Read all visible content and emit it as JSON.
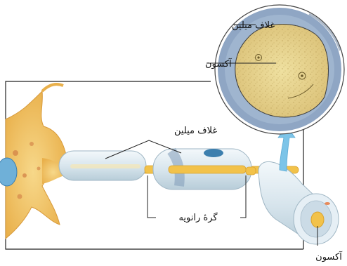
{
  "labels": {
    "myelin_sheath_top": "غلاف میلین",
    "axon_top": "آکسون",
    "myelin_sheath_middle": "غلاف میلین",
    "nodes_of_ranvier": "گرهٔ رانویه",
    "axon_bottom": "آکسون"
  },
  "colors": {
    "myelin": "#d8e6ee",
    "axon": "#f2c24a",
    "cell_body": "#f2c668",
    "nucleus_inner": "#f0dc8a",
    "myelin_ring": "#8fa6c4",
    "arrow": "#7cc4e8"
  }
}
